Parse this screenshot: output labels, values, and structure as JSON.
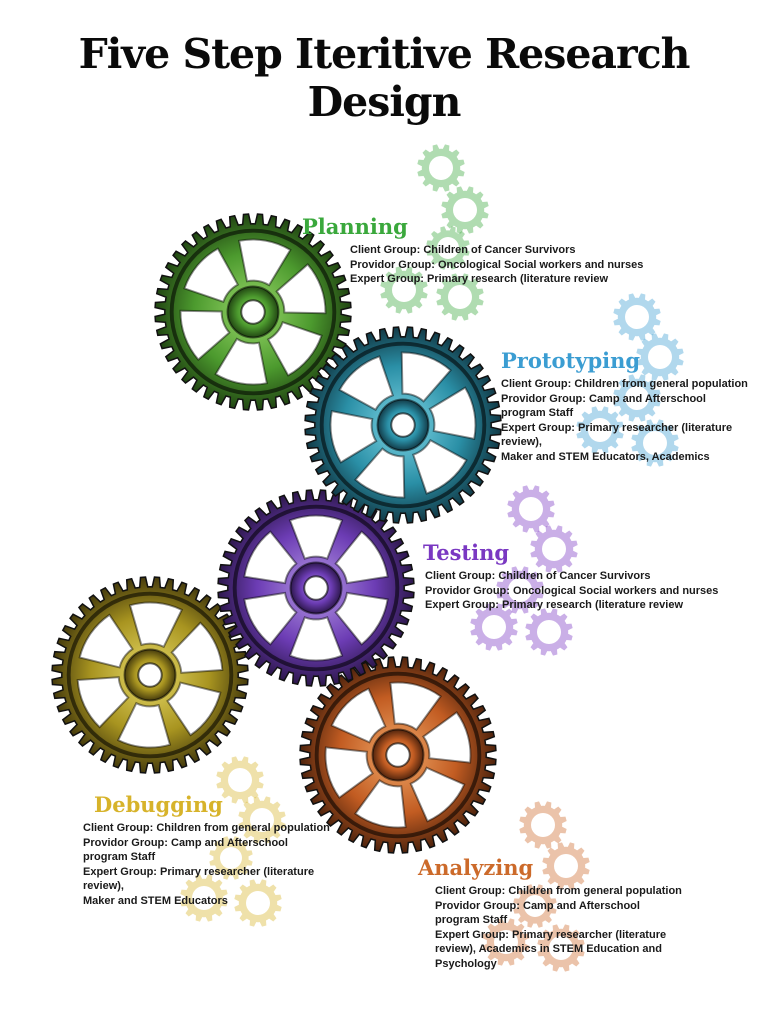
{
  "title": "Five Step Iteritive Research Design",
  "colors": {
    "planning": "#3aa83c",
    "prototyping": "#3b9dd2",
    "testing": "#7a38c2",
    "debugging": "#d7b32a",
    "analyzing": "#cc6a2a"
  },
  "steps": {
    "planning": {
      "title": "Planning",
      "lines": [
        "Client Group: Children of Cancer Survivors",
        "Providor Group: Oncological Social workers and nurses",
        "Expert Group: Primary research (literature review"
      ]
    },
    "prototyping": {
      "title": "Prototyping",
      "lines": [
        "Client Group: Children from general population",
        "Providor Group: Camp and Afterschool",
        "program Staff",
        "Expert Group: Primary researcher (literature",
        "review),",
        "Maker and STEM Educators, Academics"
      ]
    },
    "testing": {
      "title": "Testing",
      "lines": [
        "Client Group: Children of Cancer Survivors",
        "Providor Group: Oncological Social workers and nurses",
        "Expert Group: Primary research (literature review"
      ]
    },
    "debugging": {
      "title": "Debugging",
      "lines": [
        "Client Group: Children from general population",
        "Providor Group: Camp and Afterschool",
        "program Staff",
        "Expert Group: Primary researcher (literature",
        "review),",
        "Maker and STEM Educators"
      ]
    },
    "analyzing": {
      "title": "Analyzing",
      "lines": [
        "Client Group: Children from general population",
        "Providor Group: Camp and Afterschool",
        "program Staff",
        "Expert Group: Primary researcher (literature",
        "review),  Academics in STEM Education and",
        "Psychology"
      ]
    }
  }
}
